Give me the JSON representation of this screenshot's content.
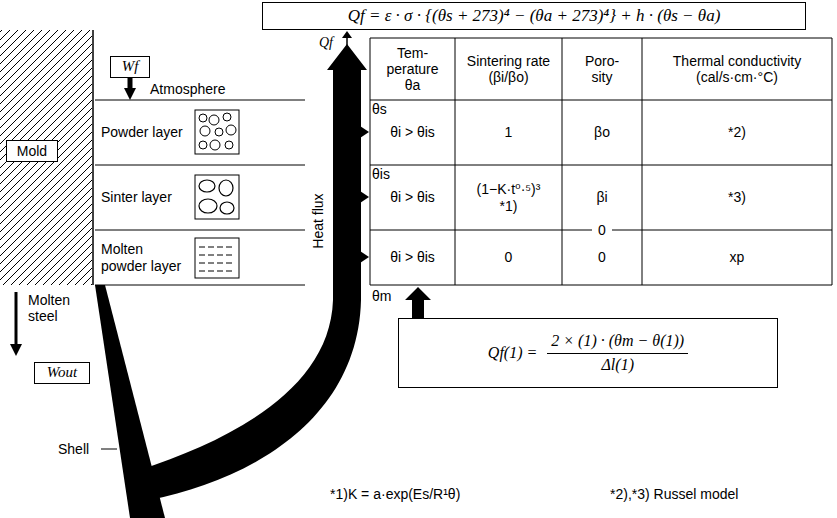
{
  "diagram": {
    "nodes": [
      {
        "text": [
          "Qf = ε · σ · {(θs + 273)⁴ − (θa + 273)⁴} + h · (θs − θa)"
        ]
      },
      {
        "text": [
          "Wf"
        ]
      },
      {
        "text": [
          "Mold"
        ]
      },
      {
        "text": [
          "Powder layer"
        ]
      },
      {
        "text": [
          "Sinter layer"
        ]
      },
      {
        "text": [
          "Molten powder layer"
        ]
      },
      {
        "text": [
          "Wout"
        ]
      },
      {
        "text": [
          "Qf(1) =",
          "2 × (1) · (θm − θ(1))",
          "Δl(1)"
        ]
      }
    ],
    "edges": [
      {
        "from": 1,
        "to": 3,
        "arrow": "to"
      }
    ],
    "labels": [
      "Atmosphere",
      "Qf",
      "Tem- perature θa",
      "Sintering rate (βi/βo)",
      "Poro- sity",
      "Thermal conductivity (cal/s·cm·°C)",
      "θs",
      "θi > θis",
      "1",
      "βo",
      "*2)",
      "θis",
      "θi > θis",
      "(1−K·t⁰·⁵)³ *1)",
      "βi",
      "*3)",
      "0",
      "θi > θis",
      "0",
      "0",
      "xp",
      "θm",
      "Heat flux",
      "Molten steel",
      "Shell",
      "*1)K = a·exp(Es/R¹θ)",
      "*2),*3) Russel model"
    ]
  }
}
